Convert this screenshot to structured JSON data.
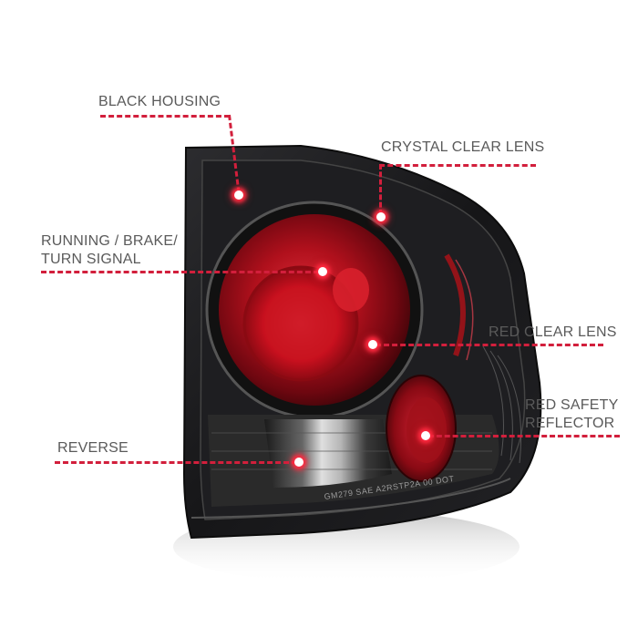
{
  "product": {
    "name": "tail-light-assembly",
    "housing_color": "#1b1b1d",
    "lens_red": "#c4121f",
    "lens_marking": "GM279 SAE A2RSTP2A 00 DOT"
  },
  "callout_color": "#d21f3c",
  "label_color": "#5a5a5a",
  "callouts": [
    {
      "id": "black-housing",
      "lines": [
        "BLACK HOUSING"
      ]
    },
    {
      "id": "crystal-clear-lens",
      "lines": [
        "CRYSTAL CLEAR LENS"
      ]
    },
    {
      "id": "running-brake-turn",
      "lines": [
        "RUNNING / BRAKE/",
        "TURN SIGNAL"
      ]
    },
    {
      "id": "red-clear-lens",
      "lines": [
        "RED CLEAR LENS"
      ]
    },
    {
      "id": "red-safety-reflector",
      "lines": [
        "RED SAFETY",
        "REFLECTOR"
      ]
    },
    {
      "id": "reverse",
      "lines": [
        "REVERSE"
      ]
    }
  ]
}
